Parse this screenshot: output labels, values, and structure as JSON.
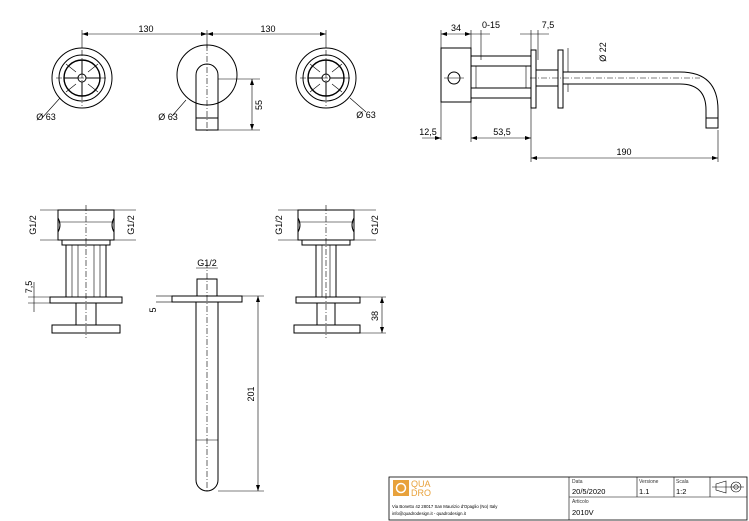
{
  "dimensions": {
    "spacing_left": "130",
    "spacing_right": "130",
    "dia_handle_left": "Ø 63",
    "dia_spout_plate": "Ø 63",
    "dia_handle_right": "Ø 63",
    "spout_drop": "55",
    "side_body": "34",
    "side_adjust": "0-15",
    "side_plate": "7,5",
    "side_dia_spout": "Ø 22",
    "side_wall": "12,5",
    "side_depth": "53,5",
    "side_reach": "190",
    "thread_a": "G1/2",
    "thread_b": "G1/2",
    "thread_c": "G1/2",
    "thread_d": "G1/2",
    "thread_spout": "G1/2",
    "valve_offset": "7,5",
    "spout_plate": "5",
    "spout_length": "201",
    "valve_height": "38"
  },
  "title_block": {
    "brand_line1": "QUA",
    "brand_line2": "DRO",
    "address": "Via Bonetto 42 28017 San Maurizio d'Opaglio (No) Italy",
    "contact": "info@quadrodesign.it - quadrodesign.it",
    "date_label": "Data",
    "date_value": "20/5/2020",
    "version_label": "Versione",
    "version_value": "1.1",
    "scale_label": "Scala",
    "scale_value": "1:2",
    "article_label": "Articolo",
    "article_value": "2010V"
  },
  "colors": {
    "line": "#000000",
    "brand_orange": "#e8a23c"
  }
}
